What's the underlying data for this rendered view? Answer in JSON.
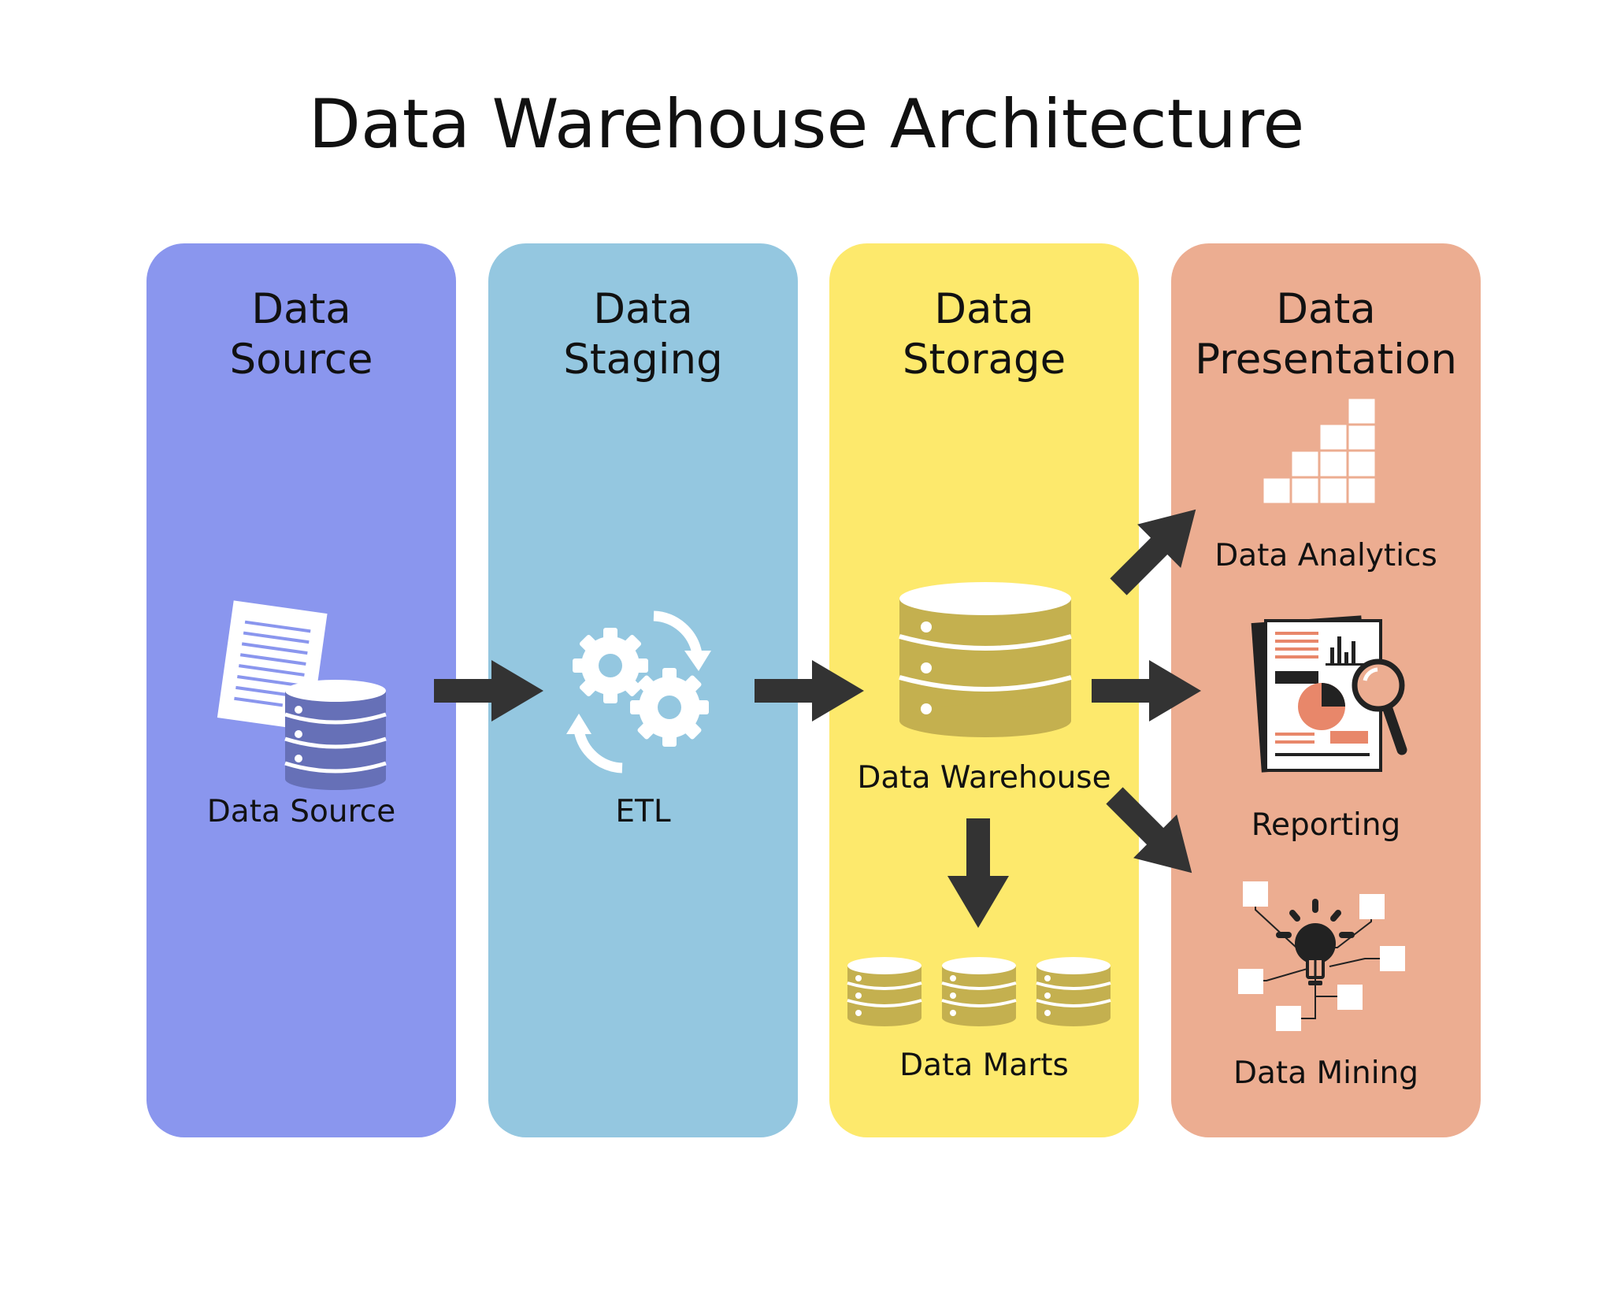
{
  "title": "Data Warehouse Architecture",
  "columns": [
    {
      "heading_line1": "Data",
      "heading_line2": "Source",
      "color": "#8a96ee"
    },
    {
      "heading_line1": "Data",
      "heading_line2": "Staging",
      "color": "#94c7e0"
    },
    {
      "heading_line1": "Data",
      "heading_line2": "Storage",
      "color": "#fde96c"
    },
    {
      "heading_line1": "Data",
      "heading_line2": "Presentation",
      "color": "#ecad91"
    }
  ],
  "nodes": {
    "data_source": {
      "label": "Data Source",
      "icon": "document-database-icon"
    },
    "etl": {
      "label": "ETL",
      "icon": "gears-cycle-icon"
    },
    "data_warehouse": {
      "label": "Data Warehouse",
      "icon": "database-icon"
    },
    "data_marts": {
      "label": "Data Marts",
      "icon": "three-databases-icon"
    },
    "data_analytics": {
      "label": "Data Analytics",
      "icon": "bar-chart-icon"
    },
    "reporting": {
      "label": "Reporting",
      "icon": "report-magnifier-icon"
    },
    "data_mining": {
      "label": "Data Mining",
      "icon": "lightbulb-network-icon"
    }
  },
  "edges": [
    {
      "from": "Data Source",
      "to": "ETL"
    },
    {
      "from": "ETL",
      "to": "Data Warehouse"
    },
    {
      "from": "Data Warehouse",
      "to": "Data Marts"
    },
    {
      "from": "Data Warehouse",
      "to": "Data Analytics"
    },
    {
      "from": "Data Warehouse",
      "to": "Reporting"
    },
    {
      "from": "Data Warehouse",
      "to": "Data Mining"
    }
  ],
  "colors": {
    "arrow": "#333333",
    "db_gold": "#c4b04f",
    "db_purple": "#6670b7",
    "white": "#ffffff",
    "salmon_accent": "#e8876a"
  }
}
